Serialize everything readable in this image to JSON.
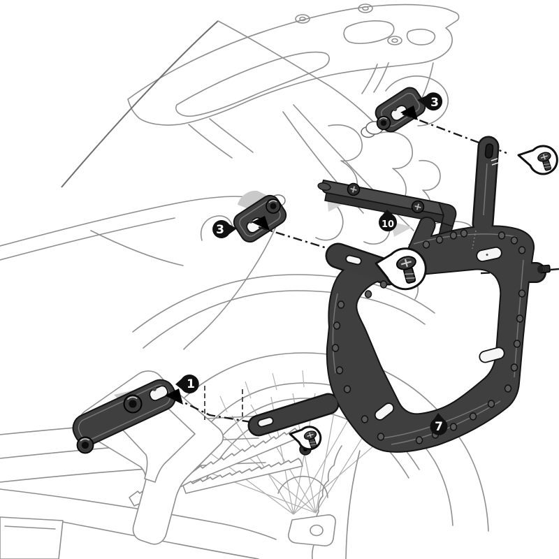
{
  "diagram": {
    "callouts": [
      {
        "id": "upper-rear-adapter",
        "label": "3"
      },
      {
        "id": "upper-front-adapter",
        "label": "3"
      },
      {
        "id": "crossbar-bracket",
        "label": "10"
      },
      {
        "id": "footrest-adapter",
        "label": "1"
      },
      {
        "id": "side-carrier-frame",
        "label": "7"
      }
    ],
    "fasteners": [
      {
        "icon": "screw-icon",
        "at": "upper-rear-mount"
      },
      {
        "icon": "screw-icon",
        "at": "carrier-front-mount"
      },
      {
        "icon": "screw-icon",
        "at": "lower-front-mount"
      }
    ],
    "colors": {
      "background": "#ffffff",
      "part_dark": "#3f3f3f",
      "part_outline": "#141414",
      "sketch_line": "#8f8f8f",
      "callout_bg": "#101010",
      "callout_text": "#ffffff"
    }
  }
}
